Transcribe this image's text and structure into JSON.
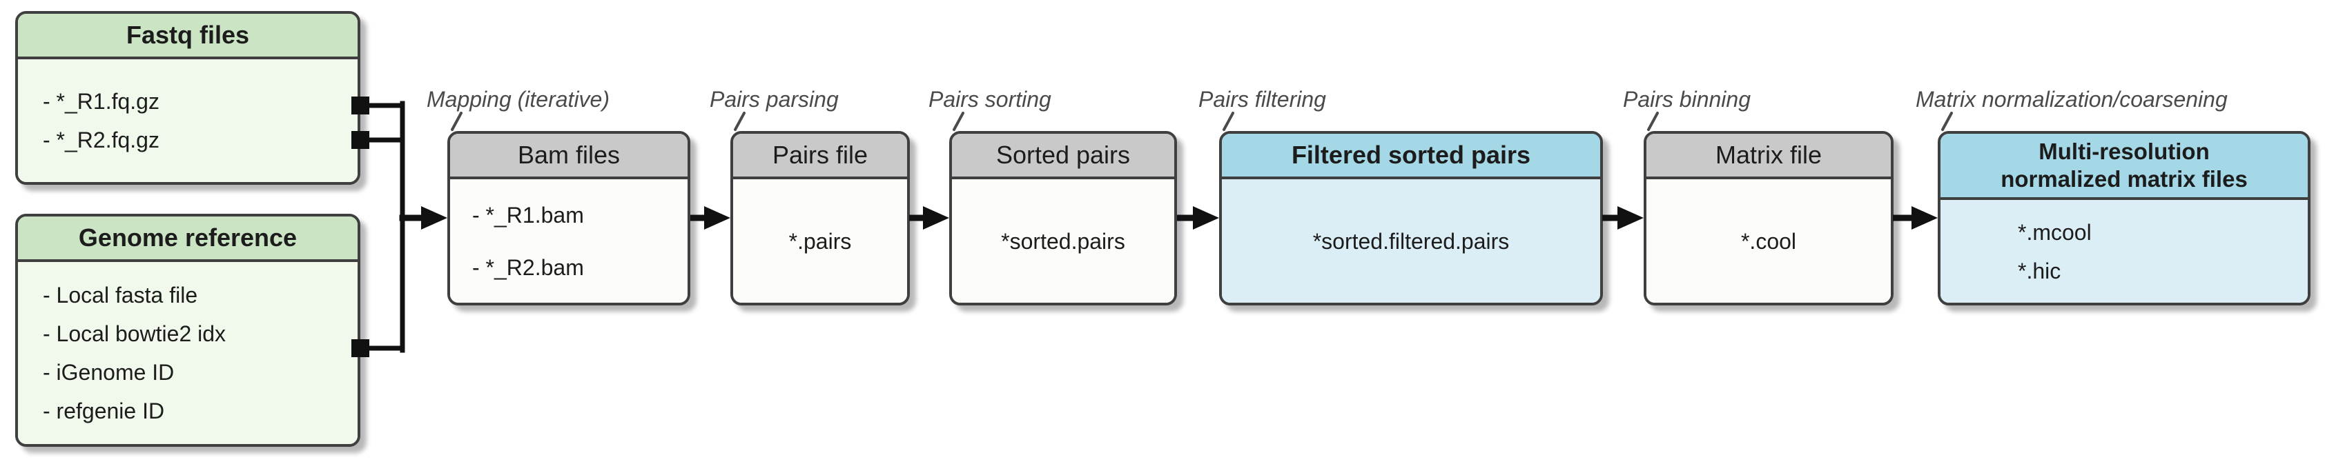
{
  "diagram_title": "Hi-C processing pipeline file flow",
  "colors": {
    "green_header": "#cbe4c4",
    "green_body": "#f1f8ec",
    "gray_header": "#c9c9c9",
    "gray_body": "#fcfcf9",
    "teal_header": "#a4d8e6",
    "teal_body": "#dbedf5",
    "box_border": "#3f3f3f",
    "connector": "#111111",
    "stage_label_text": "#4a4a4a"
  },
  "inputs": {
    "fastq": {
      "title": "Fastq files",
      "items": [
        "- *_R1.fq.gz",
        "- *_R2.fq.gz"
      ]
    },
    "genome": {
      "title": "Genome reference",
      "items": [
        "- Local fasta file",
        "- Local bowtie2 idx",
        "- iGenome ID",
        "- refgenie ID"
      ]
    }
  },
  "stages": [
    {
      "label": "Mapping (iterative)",
      "title": "Bam files",
      "items": [
        "- *_R1.bam",
        "- *_R2.bam"
      ]
    },
    {
      "label": "Pairs parsing",
      "title": "Pairs file",
      "items": [
        "*.pairs"
      ]
    },
    {
      "label": "Pairs sorting",
      "title": "Sorted pairs",
      "items": [
        "*sorted.pairs"
      ]
    },
    {
      "label": "Pairs filtering",
      "title": "Filtered sorted pairs",
      "items": [
        "*sorted.filtered.pairs"
      ]
    },
    {
      "label": "Pairs binning",
      "title": "Matrix file",
      "items": [
        "*.cool"
      ]
    },
    {
      "label": "Matrix normalization/coarsening",
      "title": "Multi-resolution\nnormalized matrix files",
      "items": [
        "*.mcool",
        "*.hic"
      ]
    }
  ]
}
